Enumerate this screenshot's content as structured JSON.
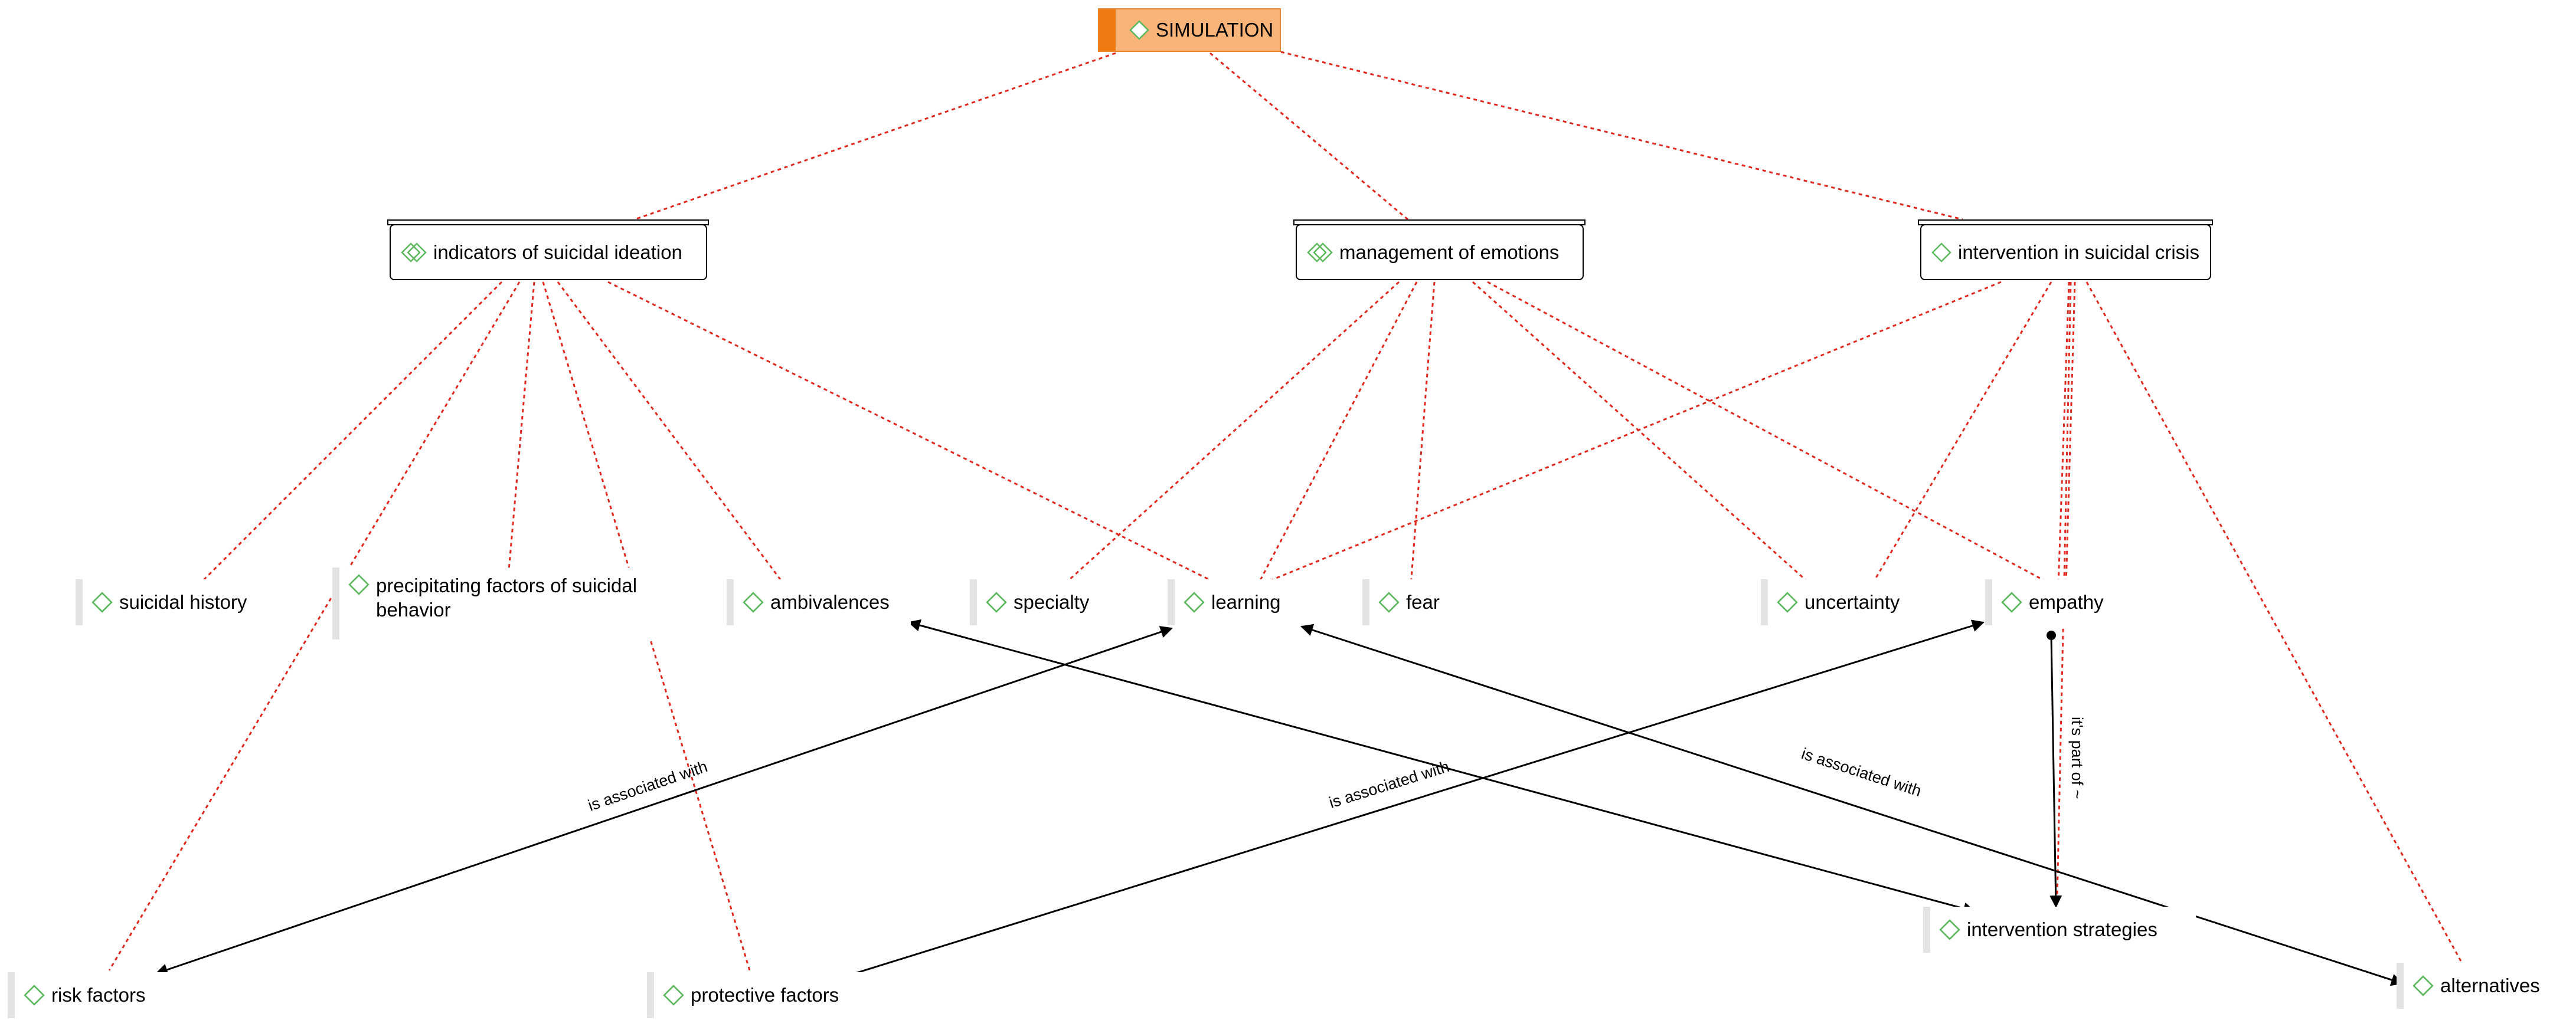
{
  "root": {
    "label": "SIMULATION"
  },
  "categories": {
    "indicators": "indicators of suicidal ideation",
    "emotions": "management of emotions",
    "intervention": "intervention in suicidal crisis"
  },
  "codes": {
    "suicidal_history": "suicidal history",
    "precipitating": "precipitating factors of suicidal behavior",
    "ambivalences": "ambivalences",
    "specialty": "specialty",
    "learning": "learning",
    "fear": "fear",
    "uncertainty": "uncertainty",
    "empathy": "empathy",
    "risk_factors": "risk factors",
    "protective_factors": "protective factors",
    "intervention_strategies": "intervention strategies",
    "alternatives": "alternatives"
  },
  "relations": {
    "risk_learning": "is associated with",
    "protective_empathy": "is associated with",
    "learning_alternatives": "is associated with",
    "empathy_strategies": "it's part of ~"
  },
  "colors": {
    "link": "#e0281e",
    "relation": "#000000",
    "root_fill": "#f9b47a",
    "root_accent": "#f07a12",
    "icon": "#5cb85c"
  }
}
